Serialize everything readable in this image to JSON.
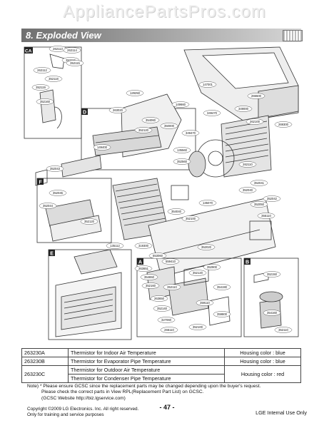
{
  "watermark": "AppliancePartsPros.com",
  "section": {
    "title": "8. Exploded View"
  },
  "diagram": {
    "inset_labels": [
      "CA",
      "D",
      "F",
      "E",
      "A",
      "B"
    ],
    "part_labels": [
      "262113",
      "262114",
      "352116",
      "352115",
      "262112",
      "352118",
      "352119",
      "352160",
      "149400",
      "263020",
      "129250",
      "354060",
      "352120",
      "350000",
      "149660",
      "135560",
      "147001",
      "349470",
      "349470",
      "352560",
      "349000",
      "265500",
      "262100",
      "269300",
      "354040",
      "352100",
      "135070",
      "352020",
      "319300",
      "135112",
      "553060",
      "559410",
      "352900",
      "354650",
      "352160",
      "352110",
      "263650",
      "352140",
      "327060",
      "352100",
      "359110",
      "354190",
      "359800",
      "266110",
      "262110",
      "352040",
      "352050",
      "355110",
      "352041",
      "352042",
      "352043",
      "352044",
      "352045",
      "352120",
      "263651",
      "352120",
      "352150",
      "354160",
      "352110"
    ]
  },
  "table": {
    "rows": [
      {
        "code": "263230A",
        "description": "Thermistor for Indoor Air Temperature",
        "housing": "Housing color : blue"
      },
      {
        "code": "263230B",
        "description": "Thermistor for Evaporator Pipe Temperature",
        "housing": "Housing color : blue"
      },
      {
        "code": "263230C",
        "description": "Thermistor for Outdoor Air Temperature",
        "housing": "Housing color : red"
      },
      {
        "code": "",
        "description": "Thermistor for Condenser Pipe Temperature",
        "housing": ""
      }
    ]
  },
  "note": {
    "line1": "Note) * Please ensure GCSC since the replacement parts may be changed depending upon the buyer's request.",
    "line2": "Please check  the correct parts in View RPL(Replacement Part List) on GCSC.",
    "line3": "(GCSC Website  http://biz.lgservice.com)"
  },
  "footer": {
    "copyright": "Copyright ©2009 LG Electronics. Inc. All right reserved.",
    "training": "Only for training and service purposes",
    "page": "- 47 -",
    "internal": "LGE Internal Use Only"
  }
}
